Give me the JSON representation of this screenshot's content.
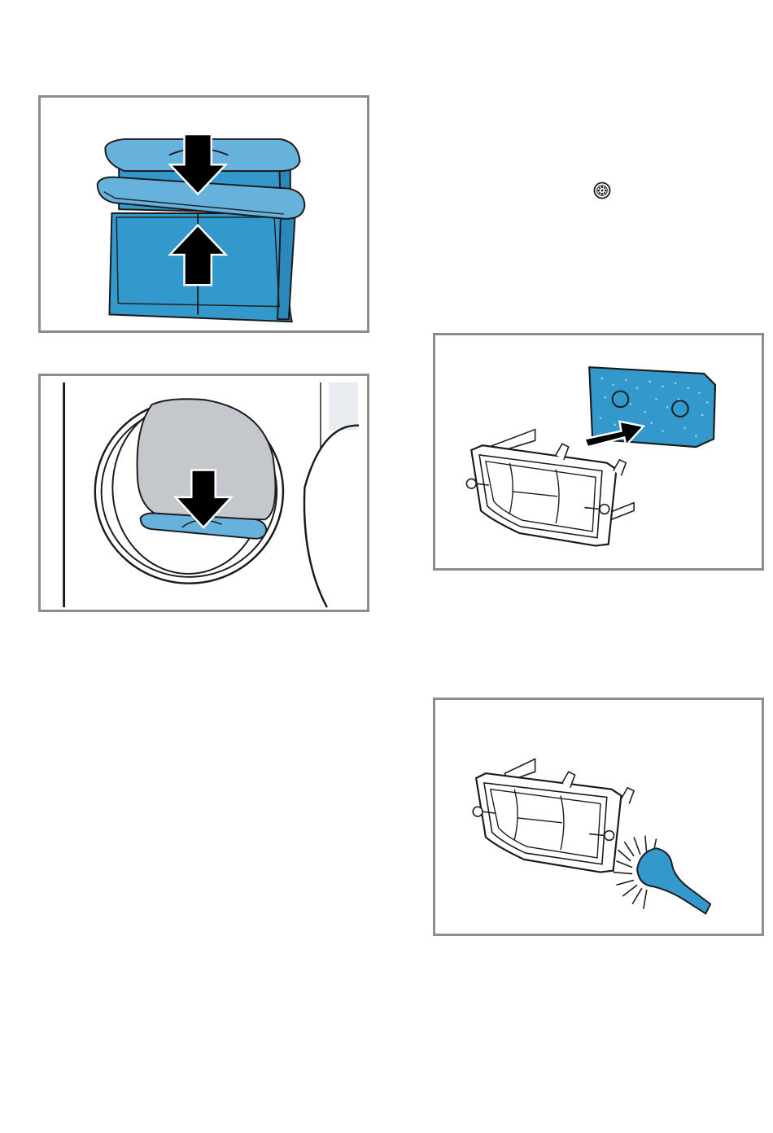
{
  "page": {
    "background": "#ffffff"
  },
  "colors": {
    "frame": "#8c8c8c",
    "filter_blue": "#3399cc",
    "filter_blue_light": "#66b2dd",
    "outline": "#1a1a1a",
    "arrow": "#000000",
    "drum_grey": "#c4c8cc"
  },
  "figures": [
    {
      "id": "fig-fluff-filter-press",
      "icons": [
        "arrow-down-icon",
        "arrow-up-icon"
      ]
    },
    {
      "id": "fig-insert-filter-in-door",
      "icons": [
        "arrow-down-icon"
      ]
    },
    {
      "id": "fig-insert-foam-filter",
      "icons": [
        "arrow-right-icon"
      ]
    },
    {
      "id": "fig-brush-clean-filter",
      "icons": [
        "brush-icon"
      ]
    }
  ],
  "inline_symbol": {
    "icon": "fluff-filter-symbol-icon"
  }
}
